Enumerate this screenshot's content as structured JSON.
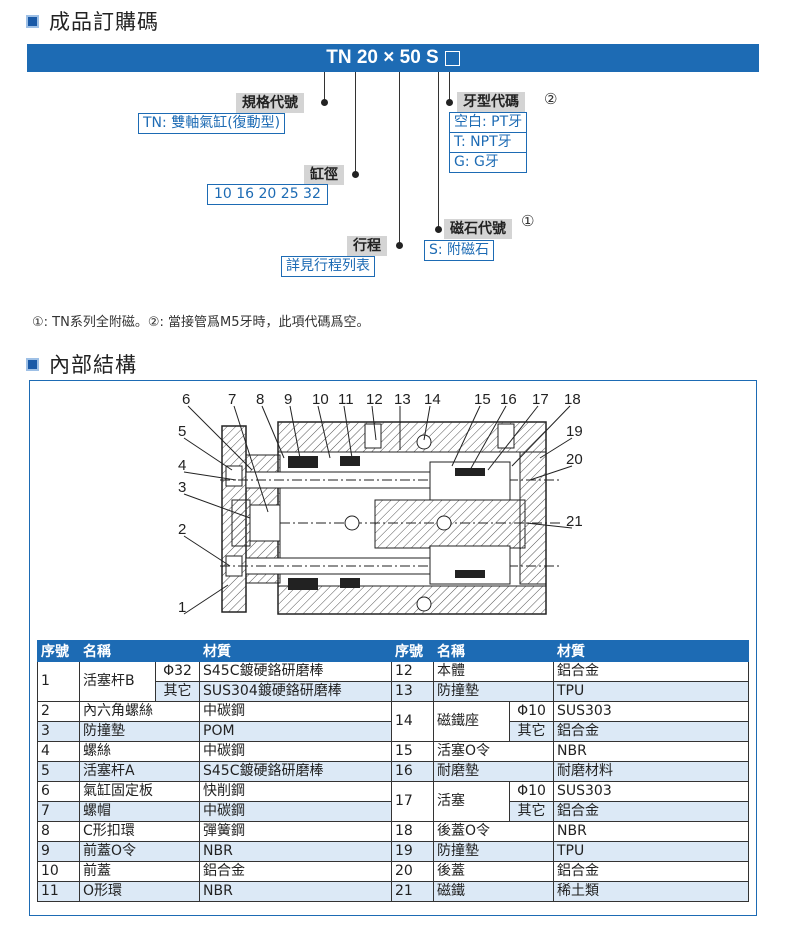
{
  "order_section": {
    "title": "成品訂購碼",
    "model_code": "TN 20 × 50 S",
    "labels": {
      "spec": "規格代號",
      "bore": "缸徑",
      "stroke": "行程",
      "thread": "牙型代碼",
      "magnet": "磁石代號"
    },
    "spec_values": [
      "TN: 雙軸氣缸(復動型)"
    ],
    "bore_values": [
      "10  16  20  25  32"
    ],
    "stroke_values": [
      "詳見行程列表"
    ],
    "thread_values": [
      "空白: PT牙",
      "T: NPT牙",
      "G: G牙"
    ],
    "magnet_values": [
      "S: 附磁石"
    ],
    "thread_mark": "②",
    "magnet_mark": "①",
    "note": "①: TN系列全附磁。②: 當接管爲M5牙時，此項代碼爲空。"
  },
  "internal_section": {
    "title": "內部結構",
    "callouts": [
      "1",
      "2",
      "3",
      "4",
      "5",
      "6",
      "7",
      "8",
      "9",
      "10",
      "11",
      "12",
      "13",
      "14",
      "15",
      "16",
      "17",
      "18",
      "19",
      "20",
      "21"
    ]
  },
  "parts_table": {
    "headers": [
      "序號",
      "名稱",
      "材質",
      "序號",
      "名稱",
      "材質"
    ],
    "left": [
      {
        "no": "1",
        "name": "活塞杆B",
        "sub": [
          "Φ32",
          "其它"
        ],
        "mat": [
          "S45C鍍硬鉻研磨棒",
          "SUS304鍍硬鉻研磨棒"
        ]
      },
      {
        "no": "2",
        "name": "內六角螺絲",
        "mat": "中碳鋼"
      },
      {
        "no": "3",
        "name": "防撞墊",
        "mat": "POM"
      },
      {
        "no": "4",
        "name": "螺絲",
        "mat": "中碳鋼"
      },
      {
        "no": "5",
        "name": "活塞杆A",
        "mat": "S45C鍍硬鉻研磨棒"
      },
      {
        "no": "6",
        "name": "氣缸固定板",
        "mat": "快削鋼"
      },
      {
        "no": "7",
        "name": "螺帽",
        "mat": "中碳鋼"
      },
      {
        "no": "8",
        "name": "C形扣環",
        "mat": "彈簧鋼"
      },
      {
        "no": "9",
        "name": "前蓋O令",
        "mat": "NBR"
      },
      {
        "no": "10",
        "name": "前蓋",
        "mat": "鋁合金"
      },
      {
        "no": "11",
        "name": "O形環",
        "mat": "NBR"
      }
    ],
    "right": [
      {
        "no": "12",
        "name": "本體",
        "mat": "鋁合金"
      },
      {
        "no": "13",
        "name": "防撞墊",
        "mat": "TPU"
      },
      {
        "no": "14",
        "name": "磁鐵座",
        "sub": [
          "Φ10",
          "其它"
        ],
        "mat": [
          "SUS303",
          "鋁合金"
        ]
      },
      {
        "no": "15",
        "name": "活塞O令",
        "mat": "NBR"
      },
      {
        "no": "16",
        "name": "耐磨墊",
        "mat": "耐磨材料"
      },
      {
        "no": "17",
        "name": "活塞",
        "sub": [
          "Φ10",
          "其它"
        ],
        "mat": [
          "SUS303",
          "鋁合金"
        ]
      },
      {
        "no": "18",
        "name": "後蓋O令",
        "mat": "NBR"
      },
      {
        "no": "19",
        "name": "防撞墊",
        "mat": "TPU"
      },
      {
        "no": "20",
        "name": "後蓋",
        "mat": "鋁合金"
      },
      {
        "no": "21",
        "name": "磁鐵",
        "mat": "稀土類"
      }
    ]
  },
  "colors": {
    "accent": "#1d6bb4",
    "row_alt": "#dce9f6",
    "label_bg": "#d4d4d4"
  }
}
